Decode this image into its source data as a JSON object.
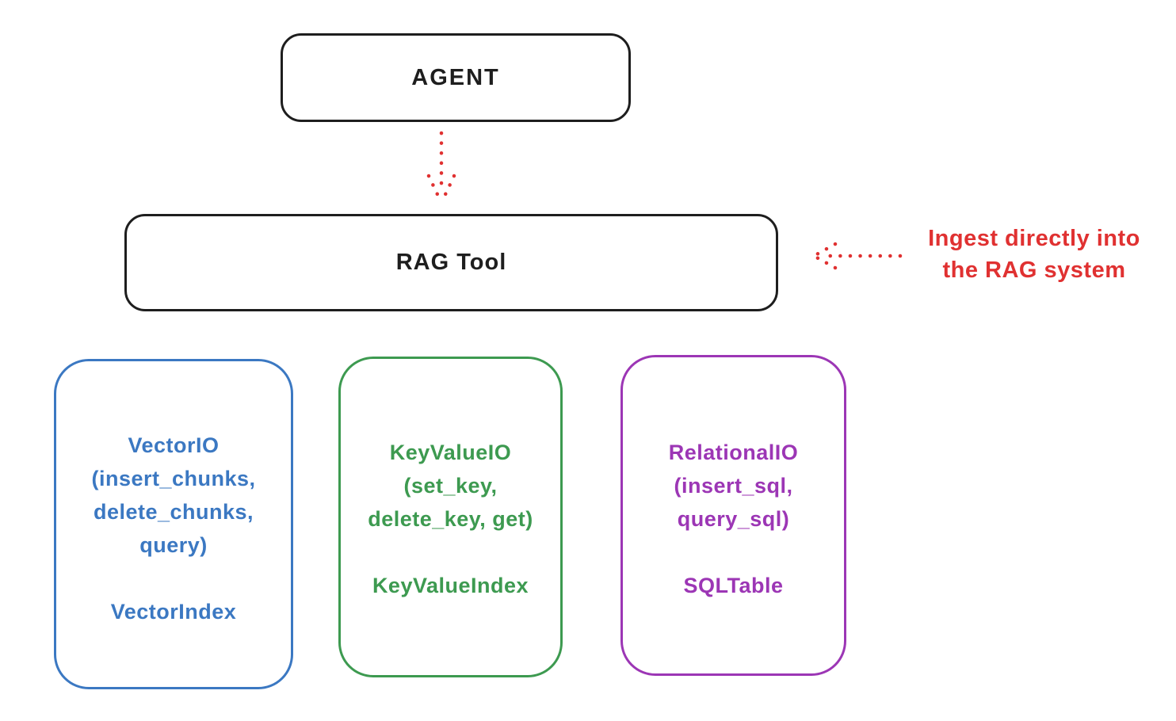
{
  "colors": {
    "ink": "#1e1e1e",
    "red": "#e03131",
    "blue": "#3b78c2",
    "green": "#3d9a50",
    "purple": "#9c36b5"
  },
  "nodes": {
    "agent": {
      "label": "AGENT"
    },
    "rag_tool": {
      "label": "RAG Tool"
    }
  },
  "annotation": {
    "lines": [
      "Ingest directly into",
      "the RAG system"
    ],
    "color": "#e03131"
  },
  "connectors": {
    "agent_to_rag": "dotted-arrow-down",
    "annotation_to_rag": "dotted-arrow-left"
  },
  "stores": [
    {
      "id": "vector-io",
      "color": "#3b78c2",
      "lines": [
        "VectorIO",
        "(insert_chunks,",
        "delete_chunks,",
        "query)",
        "",
        "VectorIndex"
      ]
    },
    {
      "id": "keyvalue-io",
      "color": "#3d9a50",
      "lines": [
        "KeyValueIO",
        "(set_key,",
        "delete_key, get)",
        "",
        "KeyValueIndex"
      ]
    },
    {
      "id": "relational-io",
      "color": "#9c36b5",
      "lines": [
        "RelationalIO",
        "(insert_sql,",
        "query_sql)",
        "",
        "SQLTable"
      ]
    }
  ]
}
